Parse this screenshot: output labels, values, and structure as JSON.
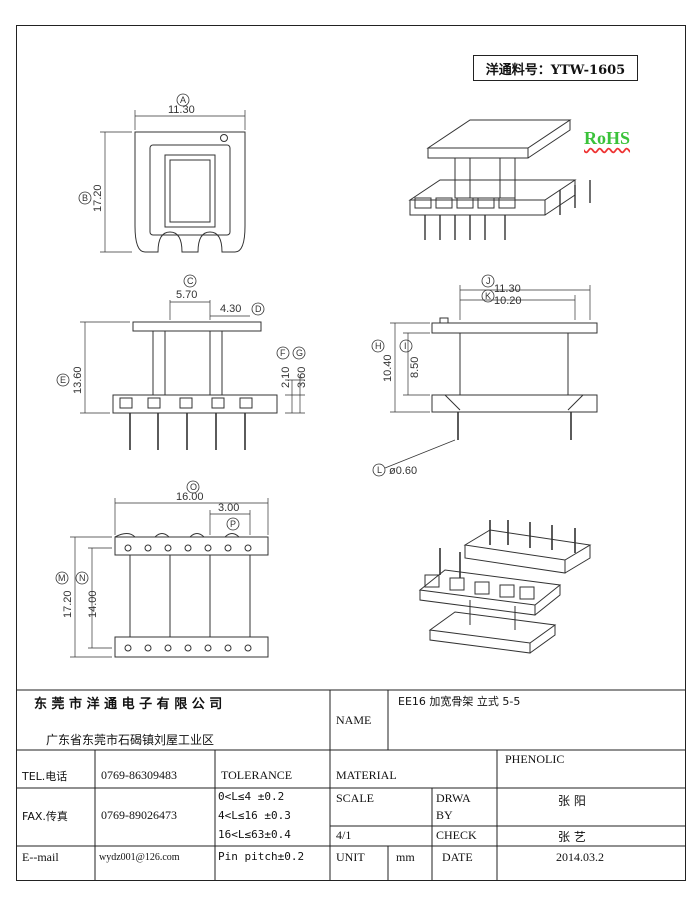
{
  "part_number": "洋通料号：YTW-1605",
  "rohs": "RoHS",
  "dimensions": {
    "top_width": "11.30",
    "top_height": "17.20",
    "front_c": "5.70",
    "front_d": "4.30",
    "front_e": "13.60",
    "front_f": "2.10",
    "front_g": "3.60",
    "side_j": "11.30",
    "side_k": "10.20",
    "side_h": "10.40",
    "side_i": "8.50",
    "pin_l": "ø0.60",
    "bottom_o": "16.00",
    "bottom_p": "3.00",
    "bottom_m": "17.20",
    "bottom_n": "14.00"
  },
  "circle_labels": {
    "a": "A",
    "b": "B",
    "c": "C",
    "d": "D",
    "e": "E",
    "f": "F",
    "g": "G",
    "h": "H",
    "i": "I",
    "j": "J",
    "k": "K",
    "l": "L",
    "m": "M",
    "n": "N",
    "o": "O",
    "p": "P"
  },
  "title_block": {
    "company": "东 莞 市 洋 通 电 子 有 限 公 司",
    "address": "广东省东莞市石碣镇刘屋工业区",
    "name_label": "NAME",
    "name_value": "EE16 加宽骨架  立式 5-5",
    "tel_label": "TEL.电话",
    "tel_value": "0769-86309483",
    "fax_label": "FAX.传真",
    "fax_value": "0769-89026473",
    "email_label": "E--mail",
    "email_value": "wydz001@126.com",
    "tolerance_label": "TOLERANCE",
    "tol_1": "0<L≤4   ±0.2",
    "tol_2": "4<L≤16  ±0.3",
    "tol_3": "16<L≤63±0.4",
    "pin_pitch": "Pin pitch±0.2",
    "material_label": "MATERIAL",
    "material_value": "PHENOLIC",
    "scale_label": "SCALE",
    "scale_value": "4/1",
    "drawn_label_1": "DRWA",
    "drawn_label_2": "BY",
    "drawn_value": "张 阳",
    "check_label": "CHECK",
    "check_value": "张 艺",
    "unit_label": "UNIT",
    "unit_value": "mm",
    "date_label": "DATE",
    "date_value": "2014.03.2"
  }
}
